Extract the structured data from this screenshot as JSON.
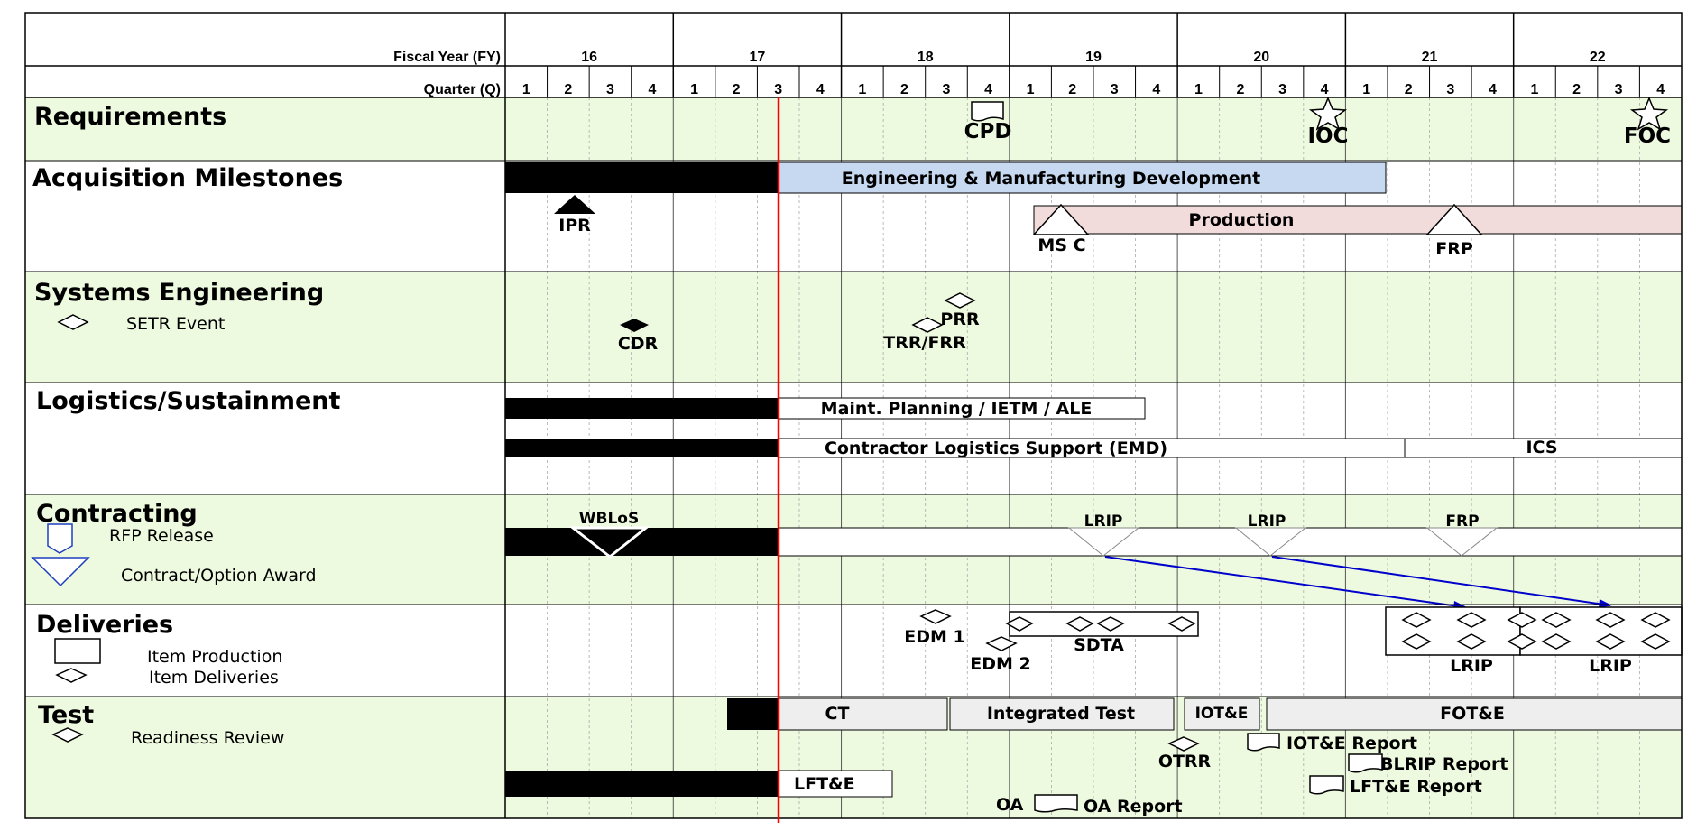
{
  "header": {
    "fiscal_year_label": "Fiscal Year (FY)",
    "quarter_label": "Quarter (Q)",
    "years": [
      "16",
      "17",
      "18",
      "19",
      "20",
      "21",
      "22"
    ],
    "quarters": [
      "1",
      "2",
      "3",
      "4"
    ]
  },
  "sections": {
    "requirements": {
      "title": "Requirements",
      "cpd": "CPD",
      "ioc": "IOC",
      "foc": "FOC"
    },
    "acquisition": {
      "title": "Acquisition Milestones",
      "emd": "Engineering & Manufacturing Development",
      "production": "Production",
      "ipr": "IPR",
      "msc": "MS C",
      "frp": "FRP"
    },
    "systems": {
      "title": "Systems Engineering",
      "legend_setr": "SETR Event",
      "cdr": "CDR",
      "prr": "PRR",
      "trr_frr": "TRR/FRR"
    },
    "logistics": {
      "title": "Logistics/Sustainment",
      "maint": "Maint. Planning / IETM / ALE",
      "cls": "Contractor Logistics Support (EMD)",
      "ics": "ICS"
    },
    "contracting": {
      "title": "Contracting",
      "legend_rfp": "RFP Release",
      "legend_award": "Contract/Option Award",
      "wblos": "WBLoS",
      "lrip1": "LRIP",
      "lrip2": "LRIP",
      "frp": "FRP"
    },
    "deliveries": {
      "title": "Deliveries",
      "legend_production": "Item Production",
      "legend_deliveries": "Item Deliveries",
      "edm1": "EDM 1",
      "edm2": "EDM 2",
      "sdta": "SDTA",
      "lrip1": "LRIP",
      "lrip2": "LRIP"
    },
    "test": {
      "title": "Test",
      "legend_readiness": "Readiness Review",
      "ct": "CT",
      "integrated": "Integrated Test",
      "iote": "IOT&E",
      "fote": "FOT&E",
      "otrr": "OTRR",
      "iote_report": "IOT&E Report",
      "blrip_report": "BLRIP Report",
      "lfte_report": "LFT&E Report",
      "lfte": "LFT&E",
      "oa": "OA",
      "oa_report": "OA Report"
    }
  },
  "colors": {
    "green_band": "#eefadf",
    "emd_fill": "#c6d9f1",
    "production_fill": "#f2dcdb",
    "today_line": "#ff0000",
    "contract_arrow": "#0000cc",
    "bar_black": "#000000",
    "test_bar_fill": "#eeeeee"
  }
}
